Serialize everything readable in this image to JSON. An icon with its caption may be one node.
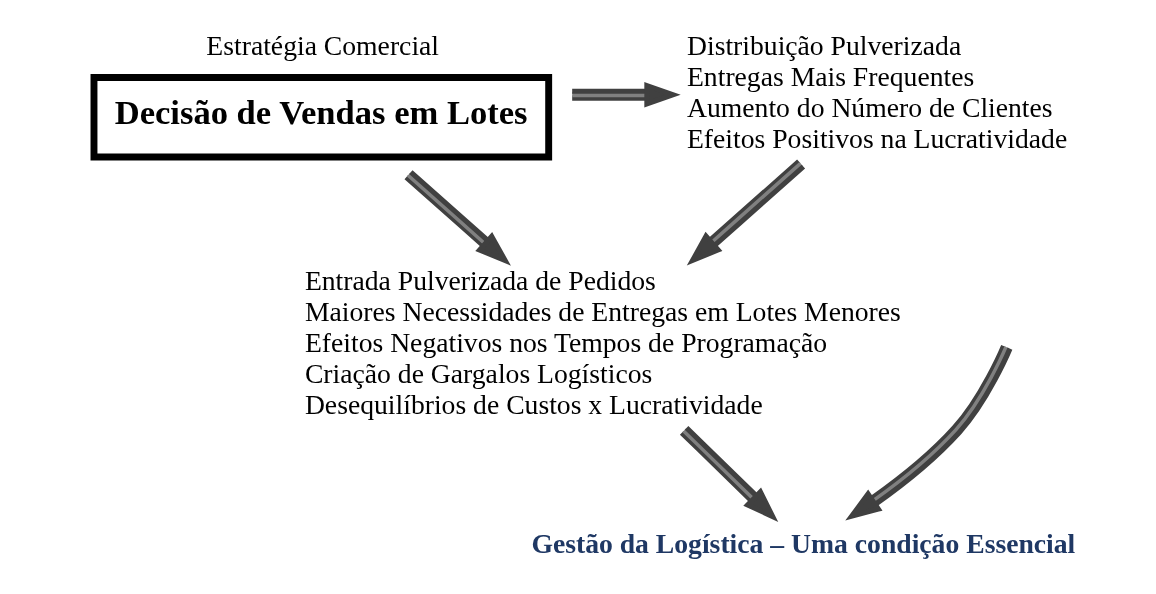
{
  "diagram": {
    "nodes": [
      {
        "text": [
          "Estratégia Comercial",
          "Decisão de Vendas em Lotes"
        ]
      },
      {
        "text": [
          "Distribuição Pulverizada",
          "Entregas Mais Frequentes",
          "Aumento do Número de Clientes",
          "Efeitos Positivos na Lucratividade"
        ]
      },
      {
        "text": [
          "Entrada Pulverizada de Pedidos",
          "Maiores Necessidades de Entregas em Lotes Menores",
          "Efeitos Negativos nos Tempos de Programação",
          "Criação de Gargalos Logísticos",
          "Desequilíbrios de Custos x Lucratividade"
        ]
      },
      {
        "text": [
          "Gestão da Logística – Uma condição Essencial"
        ]
      }
    ],
    "edges": [
      {
        "from": 0,
        "to": 1,
        "arrow": "to"
      },
      {
        "from": 0,
        "to": 2,
        "arrow": "to"
      },
      {
        "from": 1,
        "to": 2,
        "arrow": "to"
      },
      {
        "from": 2,
        "to": 3,
        "arrow": "to"
      },
      {
        "from": null,
        "to": 3,
        "arrow": "to"
      }
    ]
  }
}
